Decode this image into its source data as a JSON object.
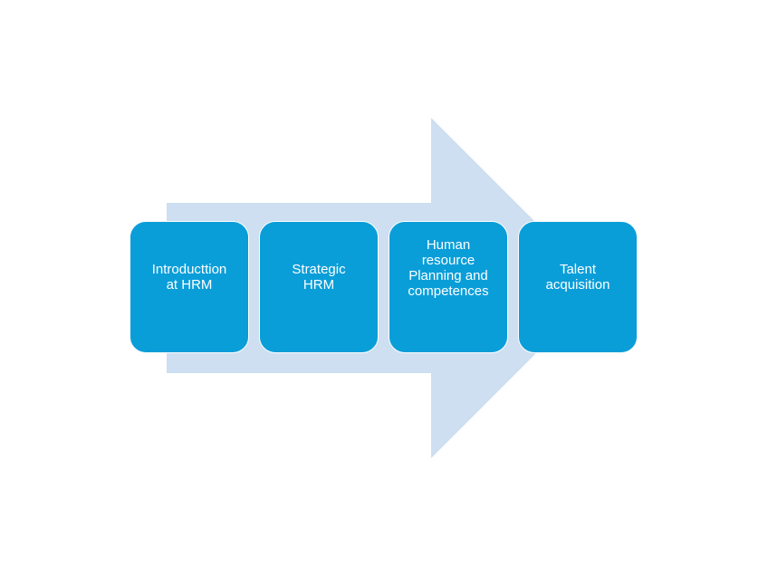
{
  "diagram": {
    "arrow_color": "#cddff0",
    "box_color": "#0a9ed9",
    "steps": [
      {
        "label": "Introducttion\nat HRM"
      },
      {
        "label": "Strategic\nHRM"
      },
      {
        "label": "Human\nresource\nPlanning and\ncompetences"
      },
      {
        "label": "Talent\nacquisition"
      }
    ]
  }
}
